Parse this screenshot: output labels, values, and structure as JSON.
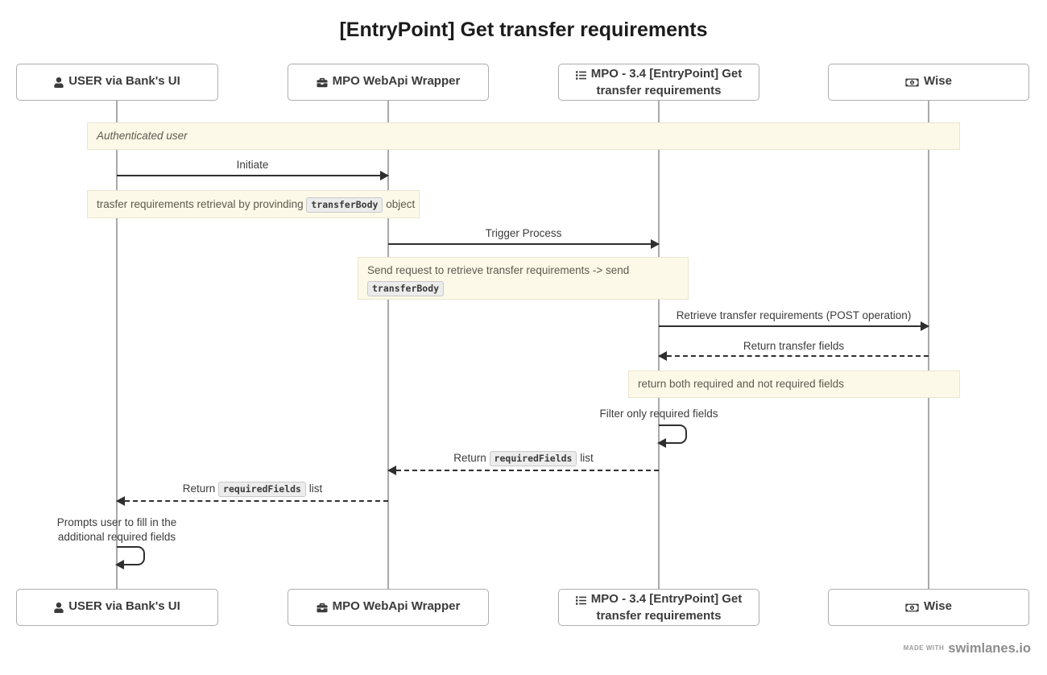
{
  "title": "[EntryPoint] Get transfer requirements",
  "actors": [
    {
      "label": "USER via Bank's UI",
      "icon": "user-icon"
    },
    {
      "label": "MPO WebApi Wrapper",
      "icon": "briefcase-icon"
    },
    {
      "label": "MPO - 3.4 [EntryPoint] Get transfer requirements",
      "icon": "list-icon"
    },
    {
      "label": "Wise",
      "icon": "money-bill-icon"
    }
  ],
  "notes": [
    {
      "text": "Authenticated user"
    },
    {
      "before": "trasfer requirements retrieval by provinding ",
      "code": "transferBody",
      "after": " object"
    },
    {
      "before": "Send request to retrieve transfer requirements -> send ",
      "code": "transferBody",
      "after": ""
    },
    {
      "text": "return both required and not required fields"
    }
  ],
  "messages": [
    {
      "type": "solid",
      "from": "USER via Bank's UI",
      "to": "MPO WebApi Wrapper",
      "label": "Initiate"
    },
    {
      "type": "solid",
      "from": "MPO WebApi Wrapper",
      "to": "MPO - 3.4 [EntryPoint] Get transfer requirements",
      "label": "Trigger Process"
    },
    {
      "type": "solid",
      "from": "MPO - 3.4 [EntryPoint] Get transfer requirements",
      "to": "Wise",
      "label": "Retrieve transfer requirements (POST operation)"
    },
    {
      "type": "dashed",
      "from": "Wise",
      "to": "MPO - 3.4 [EntryPoint] Get transfer requirements",
      "label": "Return transfer fields"
    },
    {
      "type": "self",
      "on": "MPO - 3.4 [EntryPoint] Get transfer requirements",
      "label": "Filter only required fields"
    },
    {
      "type": "dashed",
      "from": "MPO - 3.4 [EntryPoint] Get transfer requirements",
      "to": "MPO WebApi Wrapper",
      "before": "Return ",
      "code": "requiredFields",
      "after": " list"
    },
    {
      "type": "dashed",
      "from": "MPO WebApi Wrapper",
      "to": "USER via Bank's UI",
      "before": "Return ",
      "code": "requiredFields",
      "after": " list"
    },
    {
      "type": "self",
      "on": "USER via Bank's UI",
      "label": "Prompts user to fill in the additional required fields"
    }
  ],
  "footer": {
    "made_with": "MADE WITH",
    "brand": "swimlanes.io"
  },
  "colors": {
    "note_bg": "#fdf9e8",
    "note_border": "#ebe5cf",
    "arrow": "#2f2f2f",
    "lifeline": "#a9a9a9",
    "actor_border": "#adadad",
    "code_bg": "#ececec"
  }
}
